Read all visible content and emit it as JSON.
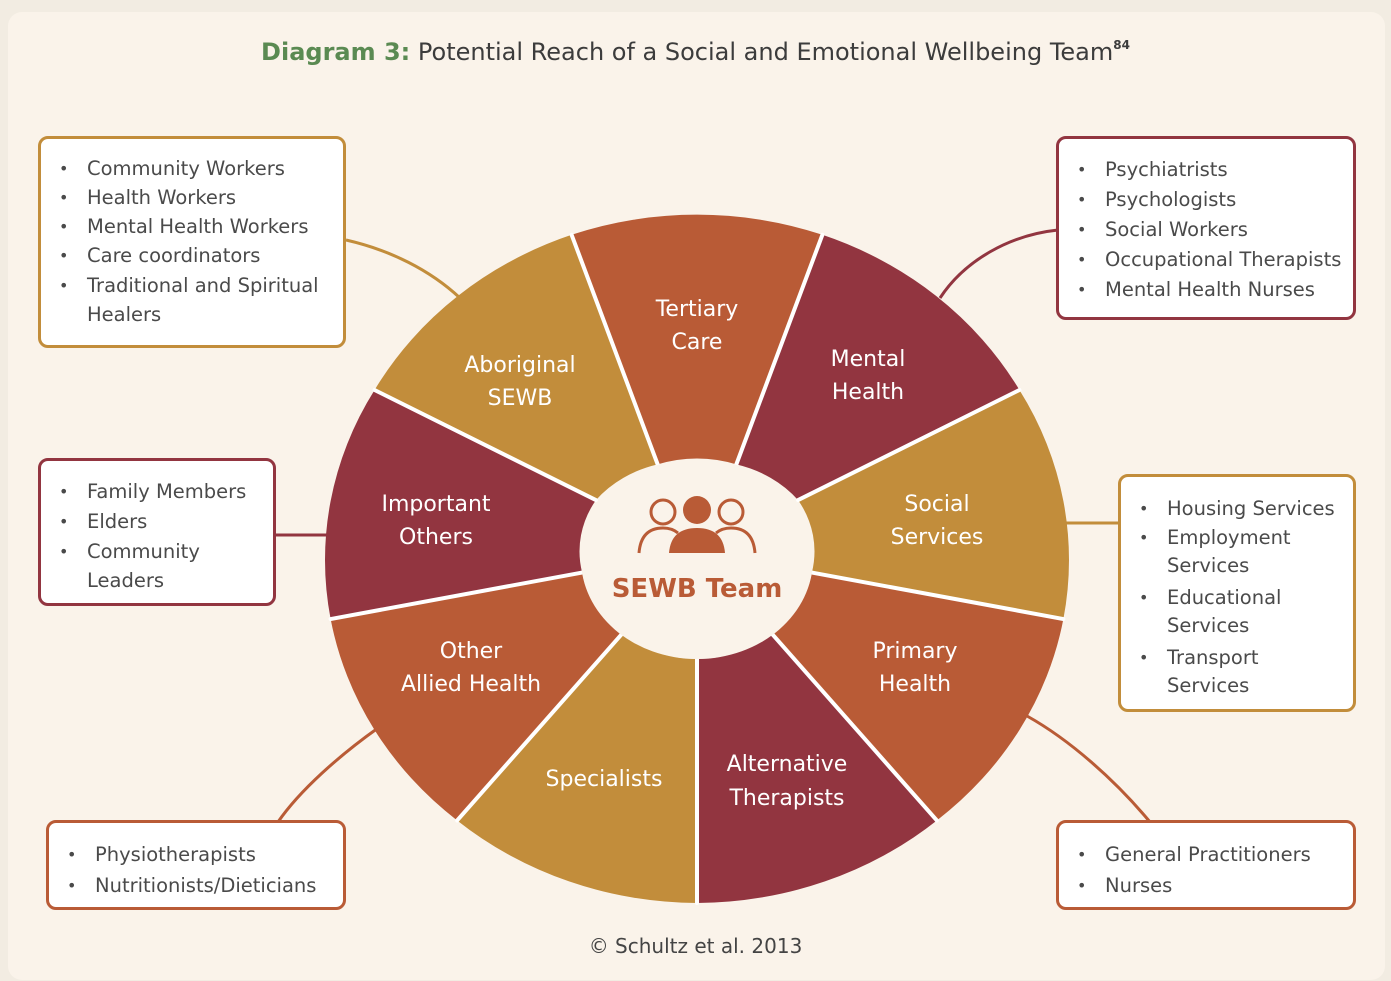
{
  "title": {
    "lead": "Diagram 3:",
    "text": "Potential Reach of a Social and Emotional Wellbeing Team",
    "footnote": "84"
  },
  "center_label": "SEWB Team",
  "center_icon": "people-group-icon",
  "colors": {
    "gold": "#c28d3b",
    "orange": "#b95b36",
    "maroon": "#923540",
    "title_green": "#5a8a52"
  },
  "segments": [
    {
      "line1": "Tertiary",
      "line2": "Care"
    },
    {
      "line1": "Mental",
      "line2": "Health"
    },
    {
      "line1": "Social",
      "line2": "Services"
    },
    {
      "line1": "Primary",
      "line2": "Health"
    },
    {
      "line1": "Alternative",
      "line2": "Therapists"
    },
    {
      "line1": "Specialists",
      "line2": ""
    },
    {
      "line1": "Other",
      "line2": "Allied Health"
    },
    {
      "line1": "Important",
      "line2": "Others"
    },
    {
      "line1": "Aboriginal",
      "line2": "SEWB"
    }
  ],
  "boxes": {
    "aboriginal_sewb": [
      "Community Workers",
      "Health Workers",
      "Mental Health Workers",
      "Care coordinators",
      "Traditional and Spiritual",
      "Healers"
    ],
    "mental_health": [
      "Psychiatrists",
      "Psychologists",
      "Social Workers",
      "Occupational Therapists",
      "Mental Health Nurses"
    ],
    "important_others": [
      "Family Members",
      "Elders",
      "Community",
      "Leaders"
    ],
    "social_services": [
      "Housing Services",
      "Employment",
      "Services",
      "Educational",
      "Services",
      "Transport",
      "Services"
    ],
    "other_allied_health": [
      "Physiotherapists",
      "Nutritionists/Dieticians"
    ],
    "primary_health": [
      "General Practitioners",
      "Nurses"
    ]
  },
  "copyright": "© Schultz et al. 2013"
}
